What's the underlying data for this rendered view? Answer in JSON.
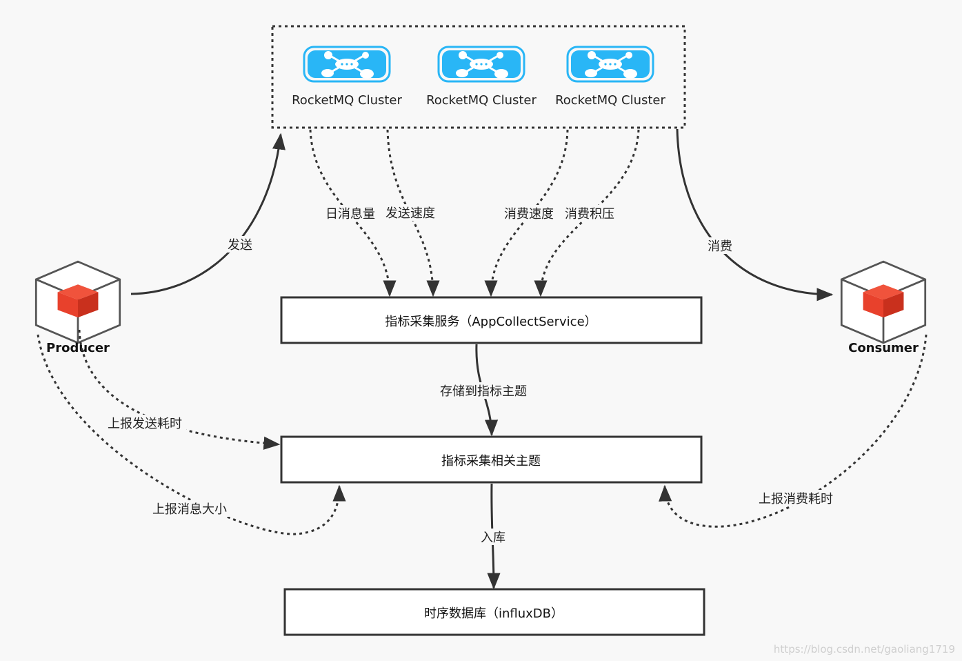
{
  "cluster_group": {
    "clusters": [
      {
        "label": "RocketMQ Cluster",
        "icon": "rocketmq-cluster-icon"
      },
      {
        "label": "RocketMQ Cluster",
        "icon": "rocketmq-cluster-icon"
      },
      {
        "label": "RocketMQ Cluster",
        "icon": "rocketmq-cluster-icon"
      }
    ]
  },
  "nodes": {
    "producer": {
      "label": "Producer",
      "icon": "cube-icon"
    },
    "consumer": {
      "label": "Consumer",
      "icon": "cube-icon"
    }
  },
  "boxes": {
    "collect_service": "指标采集服务（AppCollectService）",
    "metrics_topic": "指标采集相关主题",
    "tsdb": "时序数据库（influxDB）"
  },
  "edges": {
    "send": "发送",
    "consume": "消费",
    "daily_msg_volume": "日消息量",
    "send_speed": "发送速度",
    "consume_speed": "消费速度",
    "consume_backlog": "消费积压",
    "store_to_topic": "存储到指标主题",
    "report_send_latency": "上报发送耗时",
    "report_msg_size": "上报消息大小",
    "report_consume_latency": "上报消费耗时",
    "ingest": "入库"
  },
  "watermark": "https://blog.csdn.net/gaoliang1719",
  "colors": {
    "cluster_icon": "#29b6f6",
    "cube_red": "#e8412c",
    "line": "#333333",
    "background": "#f8f8f8"
  }
}
